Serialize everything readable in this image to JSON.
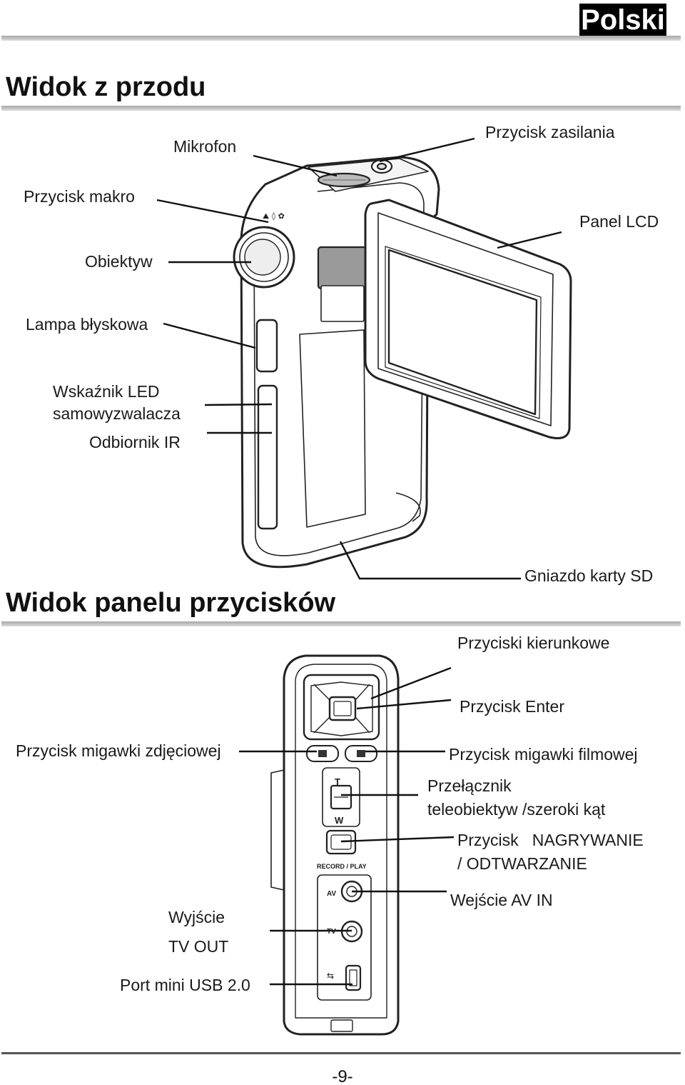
{
  "header": {
    "language_badge": "Polski"
  },
  "front_view": {
    "title": "Widok z przodu",
    "labels": {
      "microphone": "Mikrofon",
      "power_button": "Przycisk zasilania",
      "macro_button": "Przycisk makro",
      "lcd_panel": "Panel LCD",
      "lens": "Obiektyw",
      "flash": "Lampa błyskowa",
      "self_timer_led_line1": "Wskaźnik LED",
      "self_timer_led_line2": "samowyzwalacza",
      "ir_receiver": "Odbiornik IR",
      "sd_slot": "Gniazdo karty SD"
    }
  },
  "button_panel_view": {
    "title": "Widok panelu przycisków",
    "labels": {
      "direction_buttons": "Przyciski kierunkowe",
      "enter_button": "Przycisk Enter",
      "photo_shutter": "Przycisk migawki zdjęciowej",
      "movie_shutter": "Przycisk migawki filmowej",
      "zoom_switch_line1": "Przełącznik",
      "zoom_switch_line2": "teleobiektyw /szeroki kąt",
      "record_play_line1": "Przycisk   NAGRYWANIE",
      "record_play_line2": "/ ODTWARZANIE",
      "av_in": "Wejście AV IN",
      "tv_out_line1": "Wyjście",
      "tv_out_line2": "TV OUT",
      "mini_usb": "Port mini USB 2.0"
    },
    "device_markings": {
      "tele": "T",
      "wide": "W",
      "record_play": "RECORD / PLAY",
      "av": "AV",
      "tv": "TV"
    }
  },
  "footer": {
    "page_number": "-9-"
  }
}
